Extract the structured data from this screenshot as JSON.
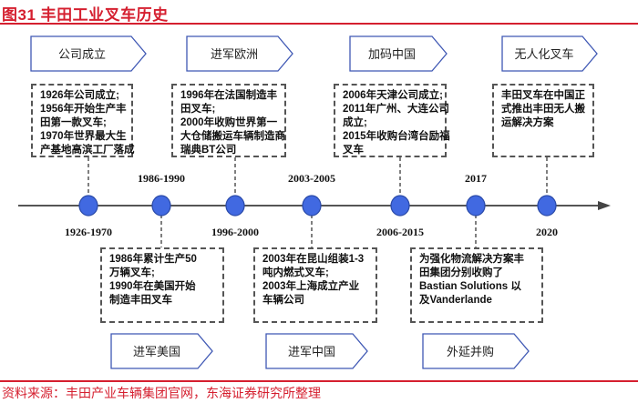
{
  "figure": {
    "title": "图31  丰田工业叉车历史",
    "source": "资料来源：丰田产业车辆集团官网，东海证券研究所整理"
  },
  "colors": {
    "accent_red": "#d51f2f",
    "node_fill": "#4169e1",
    "node_stroke": "#2a4aa8",
    "tag_border": "#3f58b4",
    "axis": "#555555"
  },
  "phases": [
    {
      "label": "公司成立",
      "position": "top"
    },
    {
      "label": "进军欧洲",
      "position": "top"
    },
    {
      "label": "加码中国",
      "position": "top"
    },
    {
      "label": "无人化叉车",
      "position": "top"
    },
    {
      "label": "进军美国",
      "position": "bottom"
    },
    {
      "label": "进军中国",
      "position": "bottom"
    },
    {
      "label": "外延并购",
      "position": "bottom"
    }
  ],
  "timeline": [
    {
      "period": "1926-1970",
      "label_side": "below",
      "box_side": "above",
      "lines": [
        "1926年公司成立;",
        "1956年开始生产丰",
        "田第一款叉车;",
        "1970年世界最大生",
        "产基地高滨工厂落成"
      ]
    },
    {
      "period": "1986-1990",
      "label_side": "above",
      "box_side": "below",
      "lines": [
        "1986年累计生产50",
        "万辆叉车;",
        "1990年在美国开始",
        "制造丰田叉车"
      ]
    },
    {
      "period": "1996-2000",
      "label_side": "below",
      "box_side": "above",
      "lines": [
        "1996年在法国制造丰",
        "田叉车;",
        "2000年收购世界第一",
        "大仓储搬运车辆制造商",
        "瑞典BT公司"
      ]
    },
    {
      "period": "2003-2005",
      "label_side": "above",
      "box_side": "below",
      "lines": [
        "2003年在昆山组装1-3",
        "吨内燃式叉车;",
        "2003年上海成立产业",
        "车辆公司"
      ]
    },
    {
      "period": "2006-2015",
      "label_side": "below",
      "box_side": "above",
      "lines": [
        "2006年天津公司成立;",
        "2011年广州、大连公司",
        "成立;",
        "2015年收购台湾台励福",
        "叉车"
      ]
    },
    {
      "period": "2017",
      "label_side": "above",
      "box_side": "below",
      "lines": [
        "为强化物流解决方案丰",
        "田集团分别收购了",
        "Bastian Solutions 以",
        "及Vanderlande"
      ]
    },
    {
      "period": "2020",
      "label_side": "below",
      "box_side": "above",
      "lines": [
        "丰田叉车在中国正",
        "式推出丰田无人搬",
        "运解决方案"
      ]
    }
  ]
}
